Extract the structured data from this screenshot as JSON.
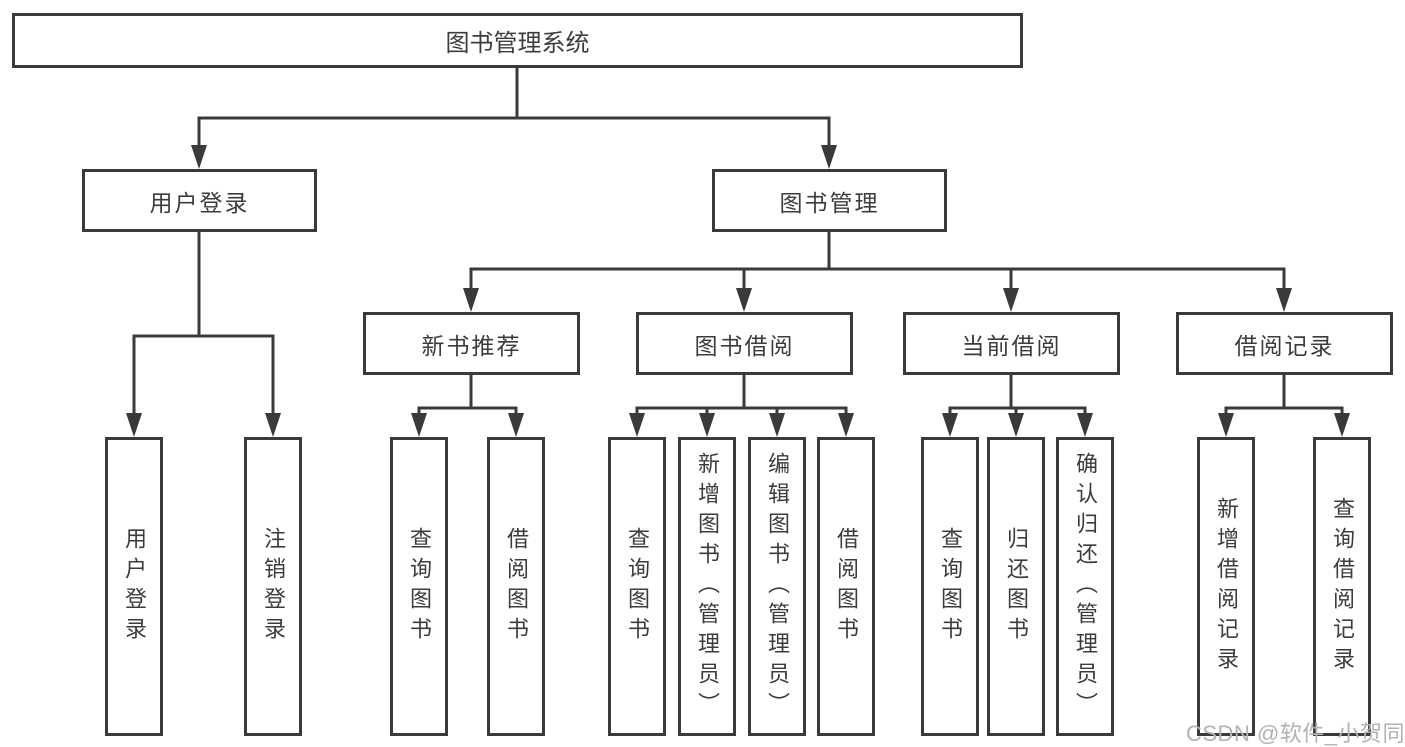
{
  "page": {
    "background": "#ffffff"
  },
  "diagram": {
    "root": {
      "label": "图书管理系统"
    },
    "level2": [
      {
        "label": "用户登录"
      },
      {
        "label": "图书管理"
      }
    ],
    "level3": [
      {
        "label": "新书推荐"
      },
      {
        "label": "图书借阅"
      },
      {
        "label": "当前借阅"
      },
      {
        "label": "借阅记录"
      }
    ],
    "leaves": [
      {
        "label": "用户登录"
      },
      {
        "label": "注销登录"
      },
      {
        "label": "查询图书"
      },
      {
        "label": "借阅图书"
      },
      {
        "label": "查询图书"
      },
      {
        "label": "新增图书（管理员）"
      },
      {
        "label": "编辑图书（管理员）"
      },
      {
        "label": "借阅图书"
      },
      {
        "label": "查询图书"
      },
      {
        "label": "归还图书"
      },
      {
        "label": "确认归还（管理员）"
      },
      {
        "label": "新增借阅记录"
      },
      {
        "label": "查询借阅记录"
      }
    ],
    "colors": {
      "line": "#3a3a3a",
      "text": "#3c3c3c",
      "box_background": "#ffffff"
    }
  },
  "watermark": {
    "text": "CSDN @软件_小贺同学",
    "color": "#b2b2b2"
  }
}
